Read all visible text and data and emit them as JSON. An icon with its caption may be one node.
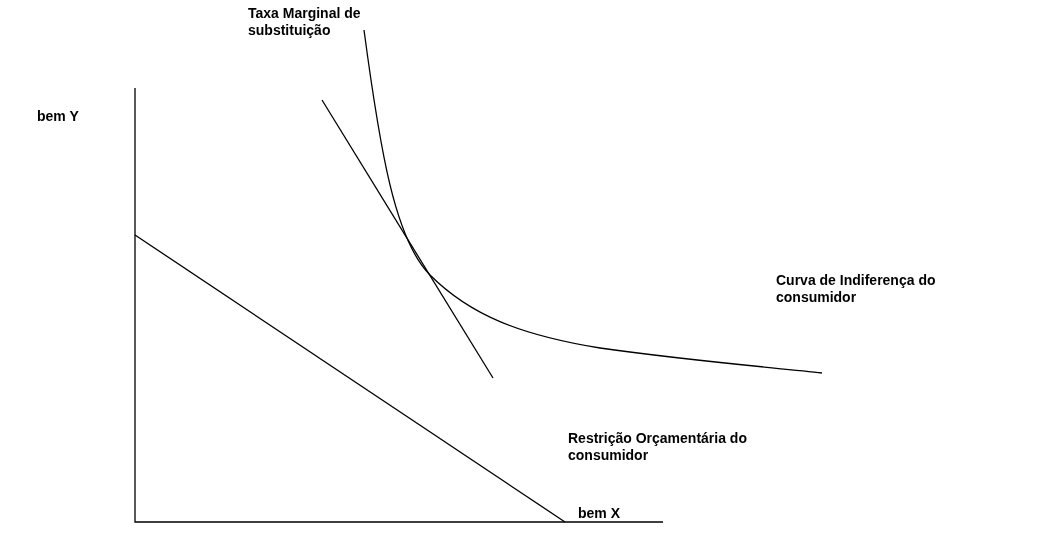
{
  "diagram": {
    "labels": [
      "Taxa Marginal de substituição",
      "bem Y",
      "Curva de Indiferença do consumidor",
      "Restrição Orçamentária do consumidor",
      "bem X"
    ]
  }
}
